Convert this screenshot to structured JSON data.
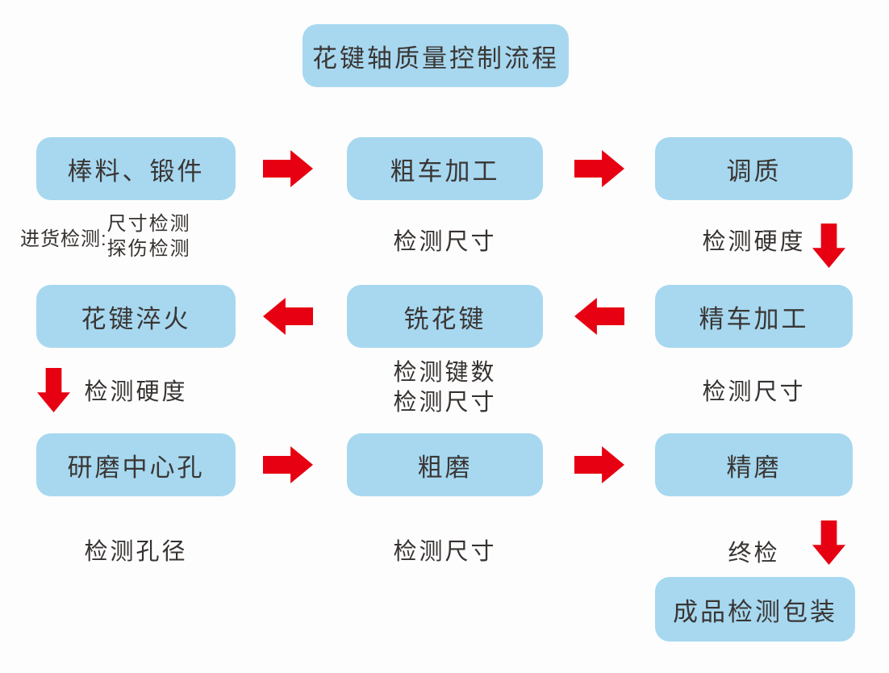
{
  "title": "花键轴质量控制流程",
  "colors": {
    "box_fill": "#a7d8f0",
    "arrow_red": "#e60012",
    "text": "#3a3634",
    "background": "#fdfdfd"
  },
  "process": {
    "bar_stock": "棒料、锻件",
    "rough_turning": "粗车加工",
    "tempering": "调质",
    "spline_quenching": "花键淬火",
    "spline_milling": "铣花键",
    "fine_turning": "精车加工",
    "center_hole_grinding": "研磨中心孔",
    "rough_grinding": "粗磨",
    "fine_grinding": "精磨",
    "final_packaging": "成品检测包装"
  },
  "inspections": {
    "incoming_label": "进货检测:",
    "incoming_items": [
      "尺寸检测",
      "探伤检测"
    ],
    "after_rough_turning": "检测尺寸",
    "after_tempering": "检测硬度",
    "after_spline_quenching": "检测硬度",
    "after_spline_milling": [
      "检测键数",
      "检测尺寸"
    ],
    "after_fine_turning": "检测尺寸",
    "after_center_hole_grinding": "检测孔径",
    "after_rough_grinding": "检测尺寸",
    "final_inspection": "终检"
  }
}
